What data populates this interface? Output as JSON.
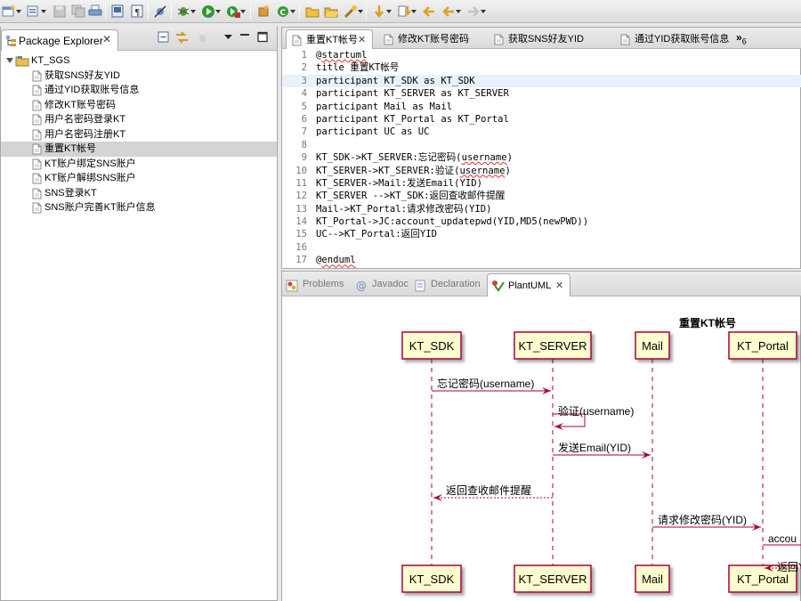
{
  "colors": {
    "participant_fill": "#fefecf",
    "participant_border": "#a80036",
    "arrow": "#a80036",
    "lifeline": "#a80036",
    "selected_row": "#d4d4d4",
    "current_line": "#e8f2fe"
  },
  "toolbar": {
    "icons": [
      "new-icon",
      "new-wizard-icon",
      "save-icon",
      "save-all-icon",
      "print-icon",
      "terminal-icon",
      "show-whitespace-icon",
      "skip-breakpoints-icon",
      "debug-icon",
      "run-icon",
      "external-tools-icon",
      "new-package-icon",
      "new-class-icon",
      "open-type-icon",
      "open-folder-icon",
      "search-icon",
      "next-annotation-icon",
      "prev-annotation-icon",
      "last-edit-icon",
      "back-icon",
      "forward-icon"
    ]
  },
  "package_explorer": {
    "tab_label": "Package Explorer",
    "close_glyph": "✕",
    "project": "KT_SGS",
    "files": [
      "获取SNS好友YID",
      "通过YID获取账号信息",
      "修改KT账号密码",
      "用户名密码登录KT",
      "用户名密码注册KT",
      "重置KT帐号",
      "KT账户绑定SNS账户",
      "KT账户解绑SNS账户",
      "SNS登录KT",
      "SNS账户完善KT账户信息"
    ],
    "selected_index": 5
  },
  "editor": {
    "tabs": [
      {
        "label": "重置KT帐号",
        "active": true
      },
      {
        "label": "修改KT账号密码",
        "active": false
      },
      {
        "label": "获取SNS好友YID",
        "active": false
      },
      {
        "label": "通过YID获取账号信息",
        "active": false
      }
    ],
    "overflow_label": "»",
    "overflow_count": "6",
    "current_line": 3,
    "lines": [
      {
        "n": "1",
        "text": "@startuml"
      },
      {
        "n": "2",
        "text": "title 重置KT帐号"
      },
      {
        "n": "3",
        "text": "participant KT_SDK as KT_SDK"
      },
      {
        "n": "4",
        "text": "participant KT_SERVER as KT_SERVER"
      },
      {
        "n": "5",
        "text": "participant Mail as Mail"
      },
      {
        "n": "6",
        "text": "participant KT_Portal as KT_Portal"
      },
      {
        "n": "7",
        "text": "participant UC as UC"
      },
      {
        "n": "8",
        "text": ""
      },
      {
        "n": "9",
        "text": "KT_SDK->KT_SERVER:忘记密码(username)"
      },
      {
        "n": "10",
        "text": "KT_SERVER->KT_SERVER:验证(username)"
      },
      {
        "n": "11",
        "text": "KT_SERVER->Mail:发送Email(YID)"
      },
      {
        "n": "12",
        "text": "KT_SERVER -->KT_SDK:返回查收邮件提醒"
      },
      {
        "n": "13",
        "text": "Mail->KT_Portal:请求修改密码(YID)"
      },
      {
        "n": "14",
        "text": "KT_Portal->JC:account_updatepwd(YID,MD5(newPWD))"
      },
      {
        "n": "15",
        "text": "UC-->KT_Portal:返回YID"
      },
      {
        "n": "16",
        "text": ""
      },
      {
        "n": "17",
        "text": "@enduml"
      }
    ]
  },
  "bottom_panel": {
    "tabs": [
      {
        "label": "Problems",
        "icon": "problems-icon"
      },
      {
        "label": "Javadoc",
        "icon": "javadoc-icon"
      },
      {
        "label": "Declaration",
        "icon": "declaration-icon"
      },
      {
        "label": "PlantUML",
        "icon": "plantuml-icon",
        "active": true
      }
    ],
    "close_glyph": "✕"
  },
  "diagram": {
    "title": "重置KT帐号",
    "participants": [
      "KT_SDK",
      "KT_SERVER",
      "Mail",
      "KT_Portal"
    ],
    "messages": [
      {
        "from": 0,
        "to": 1,
        "label": "忘记密码(username)",
        "dashed": false
      },
      {
        "from": 1,
        "to": 1,
        "label": "验证(username)",
        "dashed": false
      },
      {
        "from": 1,
        "to": 2,
        "label": "发送Email(YID)",
        "dashed": false
      },
      {
        "from": 1,
        "to": 0,
        "label": "返回查收邮件提醒",
        "dashed": true
      },
      {
        "from": 2,
        "to": 3,
        "label": "请求修改密码(YID)",
        "dashed": false
      },
      {
        "from": 3,
        "to": 4,
        "label": "accou",
        "dashed": false
      },
      {
        "from": 4,
        "to": 3,
        "label": "返回Y",
        "dashed": true
      }
    ]
  }
}
